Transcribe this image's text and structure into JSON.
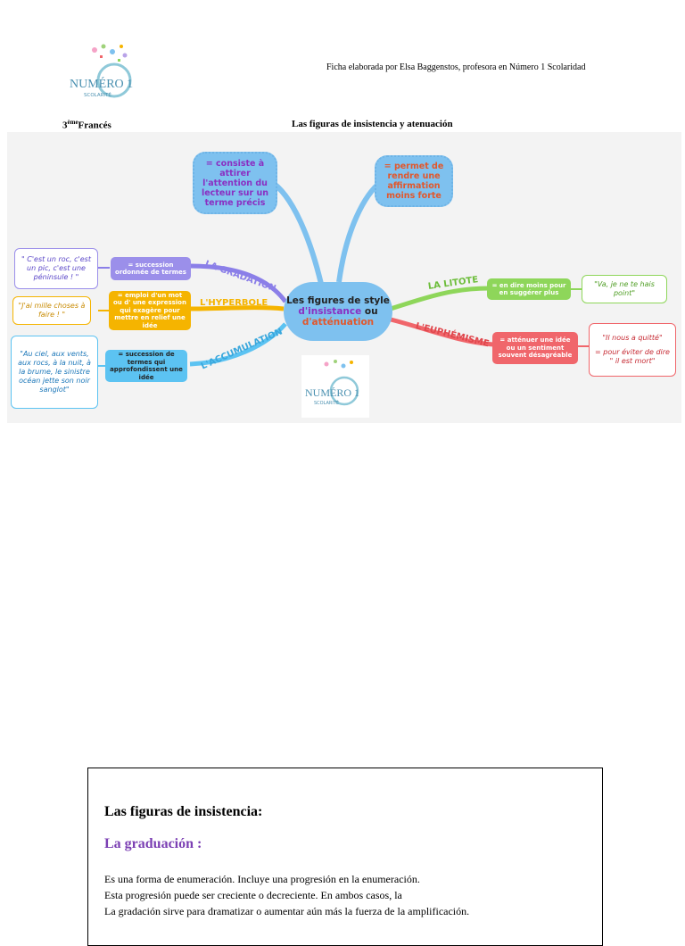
{
  "header": {
    "logo_text": "NUMÉRO 1",
    "logo_subtext": "SCOLARITÉ",
    "credit": "Ficha elaborada por Elsa Baggenstos, profesora en Número 1 Scolaridad",
    "grade_prefix": "3",
    "grade_sup": "ème",
    "grade_subject": "Francés",
    "title": "Las figuras de insistencia y atenuación"
  },
  "mindmap": {
    "center": {
      "line1": "Les figures de style",
      "line2a": "d'insistance",
      "line2b": " ou",
      "line3": "d'atténuation"
    },
    "insistance_def": "= consiste à attirer l'attention du lecteur sur un terme précis",
    "attenuation_def": "= permet de rendre une affirmation moins forte",
    "branches": [
      {
        "label": "LA GRADATION",
        "definition": "= succession ordonnée de termes",
        "example": "\" C'est un roc, c'est un pic, c'est une péninsule ! \""
      },
      {
        "label": "L'HYPERBOLE",
        "definition": "= emploi d'un mot ou d' une expression qui exagère pour mettre en relief une idée",
        "example": "\"J'ai mille choses à faire ! \""
      },
      {
        "label": "L'ACCUMULATION",
        "definition": "= succession de termes qui approfondissent une idée",
        "example": "\"Au ciel, aux vents, aux rocs, à la nuit, à la brume, le sinistre océan jette son noir sanglot\""
      },
      {
        "label": "LA LITOTE",
        "definition": "= en dire moins pour en suggérer plus",
        "example": "\"Va, je ne te hais point\""
      },
      {
        "label": "L'EUPHÉMISME",
        "definition": "= atténuer une idée ou un sentiment souvent désagréable",
        "example_line1": "\"Il nous a quitté\"",
        "example_line2": "= pour éviter de dire \" il est mort\""
      }
    ],
    "logo_text": "NUMÉRO 1",
    "logo_subtext": "SCOLARITÉ"
  },
  "textbox": {
    "title": "Las figuras de insistencia:",
    "subtitle": "La graduación :",
    "lines": [
      "Es una forma de enumeración. Incluye una progresión en la enumeración.",
      "Esta progresión puede ser creciente o decreciente. En ambos casos, la",
      "La gradación sirve para dramatizar o aumentar aún más la fuerza de la amplificación."
    ]
  },
  "colors": {
    "cloud": "#7ec1ef",
    "gradation": "#8b7fe8",
    "hyperbole": "#f5b400",
    "accumulation": "#5cc3f2",
    "litote": "#8ed65a",
    "euphemisme": "#f0666b",
    "purple_text": "#7b3fb3"
  }
}
